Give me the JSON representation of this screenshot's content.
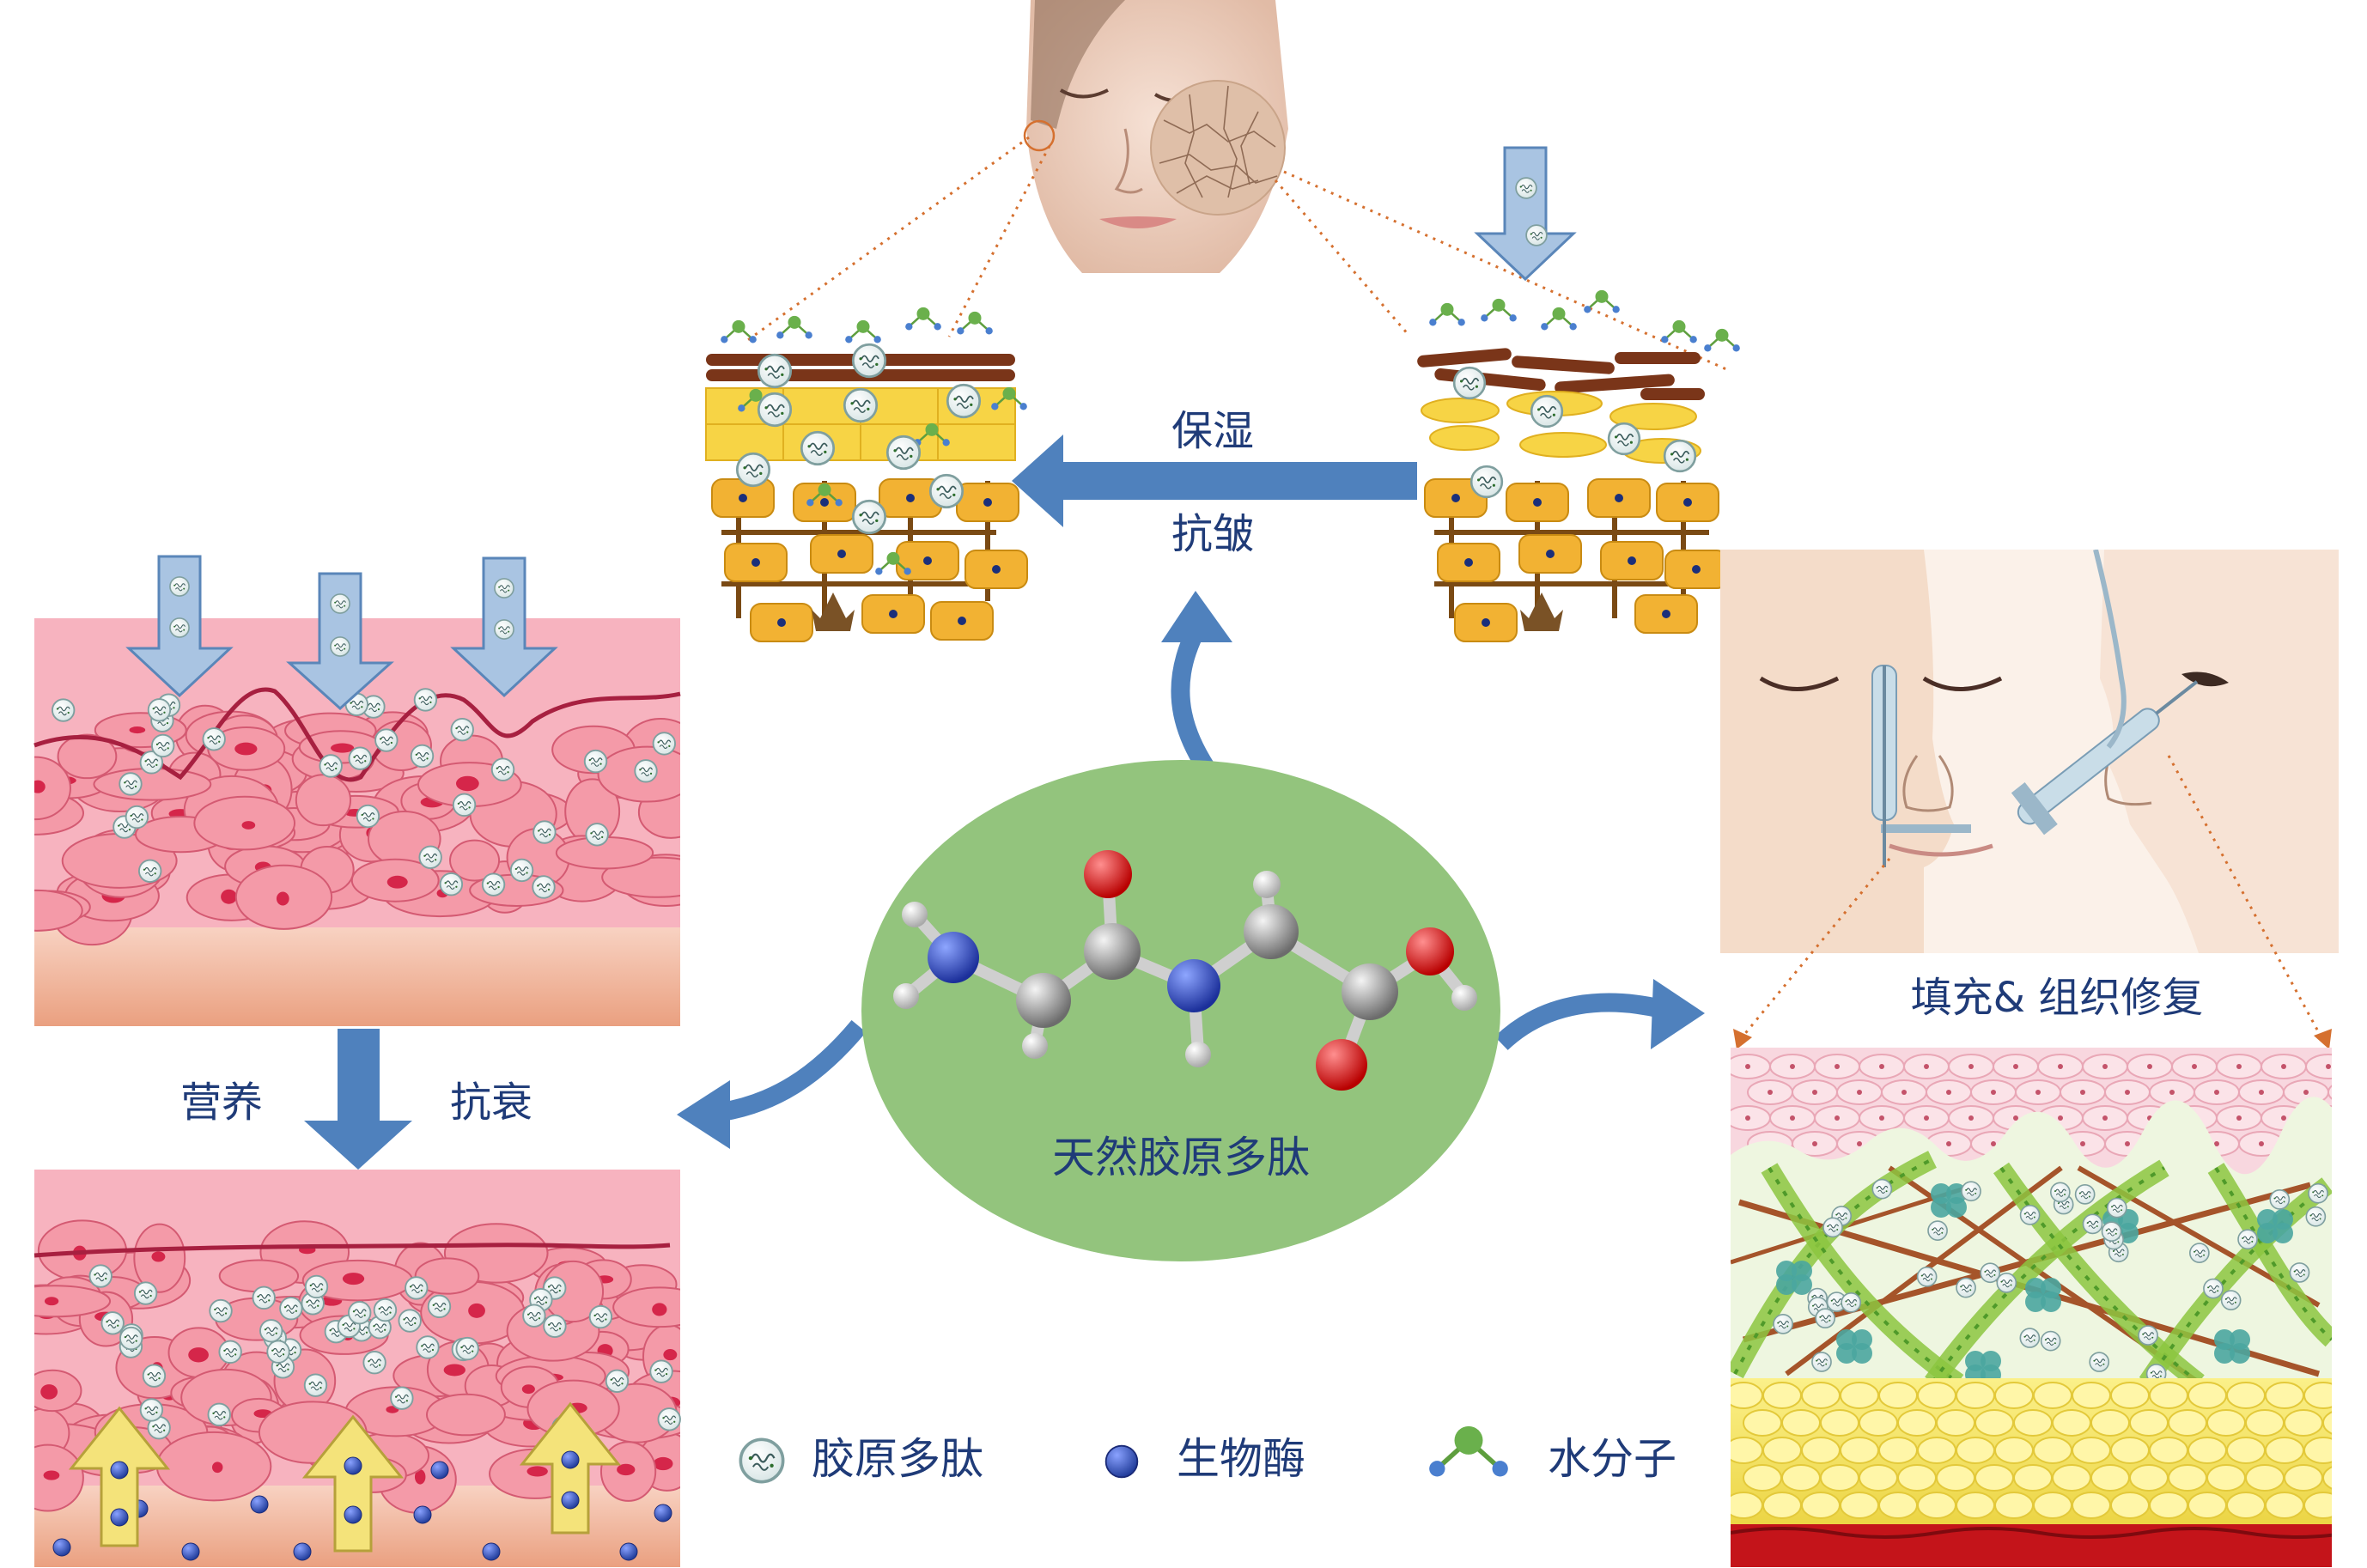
{
  "center": {
    "label": "天然胶原多肽"
  },
  "top": {
    "label_upper": "保湿",
    "label_lower": "抗皱"
  },
  "left": {
    "label_left": "营养",
    "label_right": "抗衰"
  },
  "right": {
    "label": "填充& 组织修复"
  },
  "legend": [
    {
      "icon": "collagen-peptide-icon",
      "label": "胶原多肽"
    },
    {
      "icon": "bio-enzyme-icon",
      "label": "生物酶"
    },
    {
      "icon": "water-molecule-icon",
      "label": "水分子"
    }
  ],
  "colors": {
    "center_ellipse": "#93c47d",
    "arrow_blue": "#4f81bd",
    "down_arrow_fill": "#a9c4e2",
    "up_arrow_fill": "#f4e37a",
    "skin_pink": "#f7b3bf",
    "cell_pink": "#f28c9b",
    "cell_yellow": "#f2b233",
    "water_green": "#6ab04c",
    "enzyme_blue": "#3a55b5",
    "label_text": "#1f3b78"
  }
}
